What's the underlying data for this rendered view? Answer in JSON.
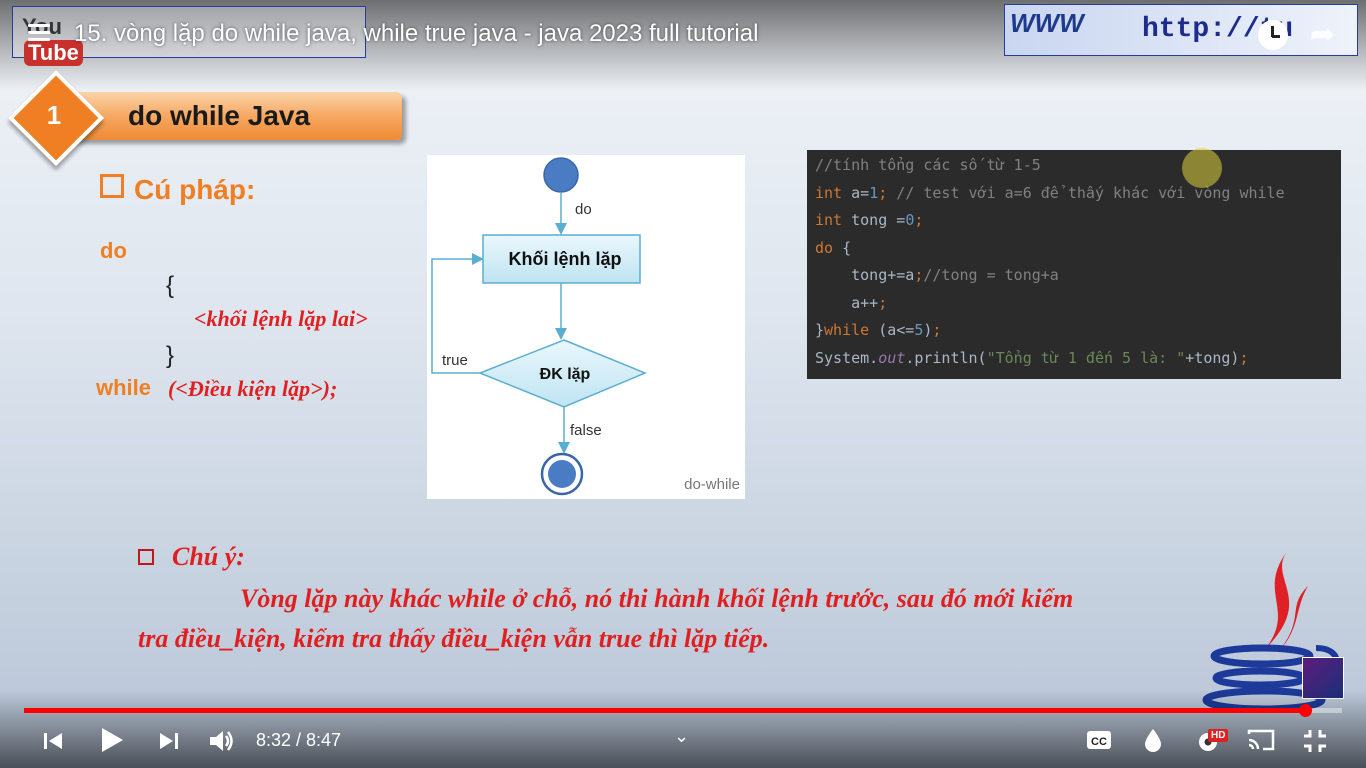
{
  "top_bar": {
    "video_title": "15. vòng lặp do while java, while true java - java 2023 full tutorial",
    "channel_logo_text": "You",
    "channel_logo_tube": "Tube",
    "site_www": "WWW",
    "site_url": "http://tu"
  },
  "slide": {
    "section_number": "1",
    "section_title": "do while Java",
    "syntax_heading": "Cú pháp:",
    "syntax": {
      "do_keyword": "do",
      "brace_open": "{",
      "block_placeholder": "<khối lệnh lặp lai>",
      "brace_close": "}",
      "while_keyword": "while",
      "condition_placeholder": "(<Điều kiện lặp>);"
    },
    "flowchart": {
      "label_do": "do",
      "block": "Khối lệnh lặp",
      "label_true": "true",
      "condition": "ĐK lặp",
      "label_false": "false",
      "caption": "do-while"
    },
    "code_lines": [
      [
        {
          "t": "//tính tổng các số từ 1-5",
          "c": "cm"
        }
      ],
      [
        {
          "t": "int ",
          "c": "kw"
        },
        {
          "t": "a=",
          "c": ""
        },
        {
          "t": "1",
          "c": "num"
        },
        {
          "t": "; ",
          "c": "kw"
        },
        {
          "t": "// test với a=6 để thấy khác với vòng while",
          "c": "cm"
        }
      ],
      [
        {
          "t": "int ",
          "c": "kw"
        },
        {
          "t": "tong =",
          "c": ""
        },
        {
          "t": "0",
          "c": "num"
        },
        {
          "t": ";",
          "c": "kw"
        }
      ],
      [
        {
          "t": "do ",
          "c": "kw"
        },
        {
          "t": "{",
          "c": ""
        }
      ],
      [
        {
          "t": "    tong+=a",
          "c": ""
        },
        {
          "t": ";",
          "c": "kw"
        },
        {
          "t": "//tong = tong+a",
          "c": "cm"
        }
      ],
      [
        {
          "t": "    a++",
          "c": ""
        },
        {
          "t": ";",
          "c": "kw"
        }
      ],
      [
        {
          "t": "}",
          "c": ""
        },
        {
          "t": "while ",
          "c": "kw"
        },
        {
          "t": "(a<=",
          "c": ""
        },
        {
          "t": "5",
          "c": "num"
        },
        {
          "t": ")",
          "c": ""
        },
        {
          "t": ";",
          "c": "kw"
        }
      ],
      [
        {
          "t": "System.",
          "c": ""
        },
        {
          "t": "out",
          "c": "fld"
        },
        {
          "t": ".println(",
          "c": ""
        },
        {
          "t": "\"Tổng từ 1 đến 5 là: \"",
          "c": "str"
        },
        {
          "t": "+tong)",
          "c": ""
        },
        {
          "t": ";",
          "c": "kw"
        }
      ]
    ],
    "note_heading": "Chú ý:",
    "note_line1": "Vòng lặp này khác while ở chỗ, nó thi hành khối lệnh trước, sau đó mới kiểm",
    "note_line2": "tra điều_kiện, kiểm tra thấy điều_kiện vẫn true thì lặp tiếp."
  },
  "player": {
    "current_time": "8:32",
    "duration": "8:47",
    "time_text": "8:32 / 8:47",
    "progress_fraction": 0.9718,
    "hd_badge": "HD",
    "icons": [
      "menu-icon",
      "clock-icon",
      "share-icon",
      "previous-icon",
      "play-icon",
      "next-icon",
      "volume-icon",
      "chevron-down-icon",
      "captions-icon",
      "ambient-icon",
      "settings-icon",
      "cast-icon",
      "exit-fullscreen-icon"
    ]
  }
}
